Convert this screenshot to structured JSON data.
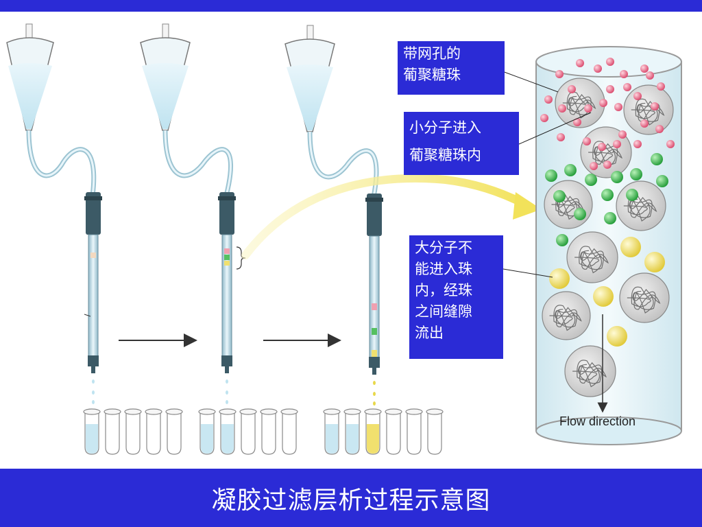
{
  "slide": {
    "title": "凝胶过滤层析过程示意图"
  },
  "callouts": {
    "porous_beads": [
      "带网孔的",
      "葡聚糖珠"
    ],
    "small_molecules": [
      "小分子进入",
      "葡聚糖珠内"
    ],
    "large_molecules": [
      "大分子不",
      "能进入珠",
      "内，经珠",
      "之间缝隙",
      "流出"
    ]
  },
  "column_view": {
    "flow_label": "Flow direction"
  },
  "colors": {
    "bar": "#2b2bd6",
    "small_molecule": "#e05a7a",
    "medium_molecule": "#2fb84a",
    "large_molecule": "#e8d84a",
    "bead": "#d8d8d8",
    "column_liquid": "#dff1f7"
  }
}
